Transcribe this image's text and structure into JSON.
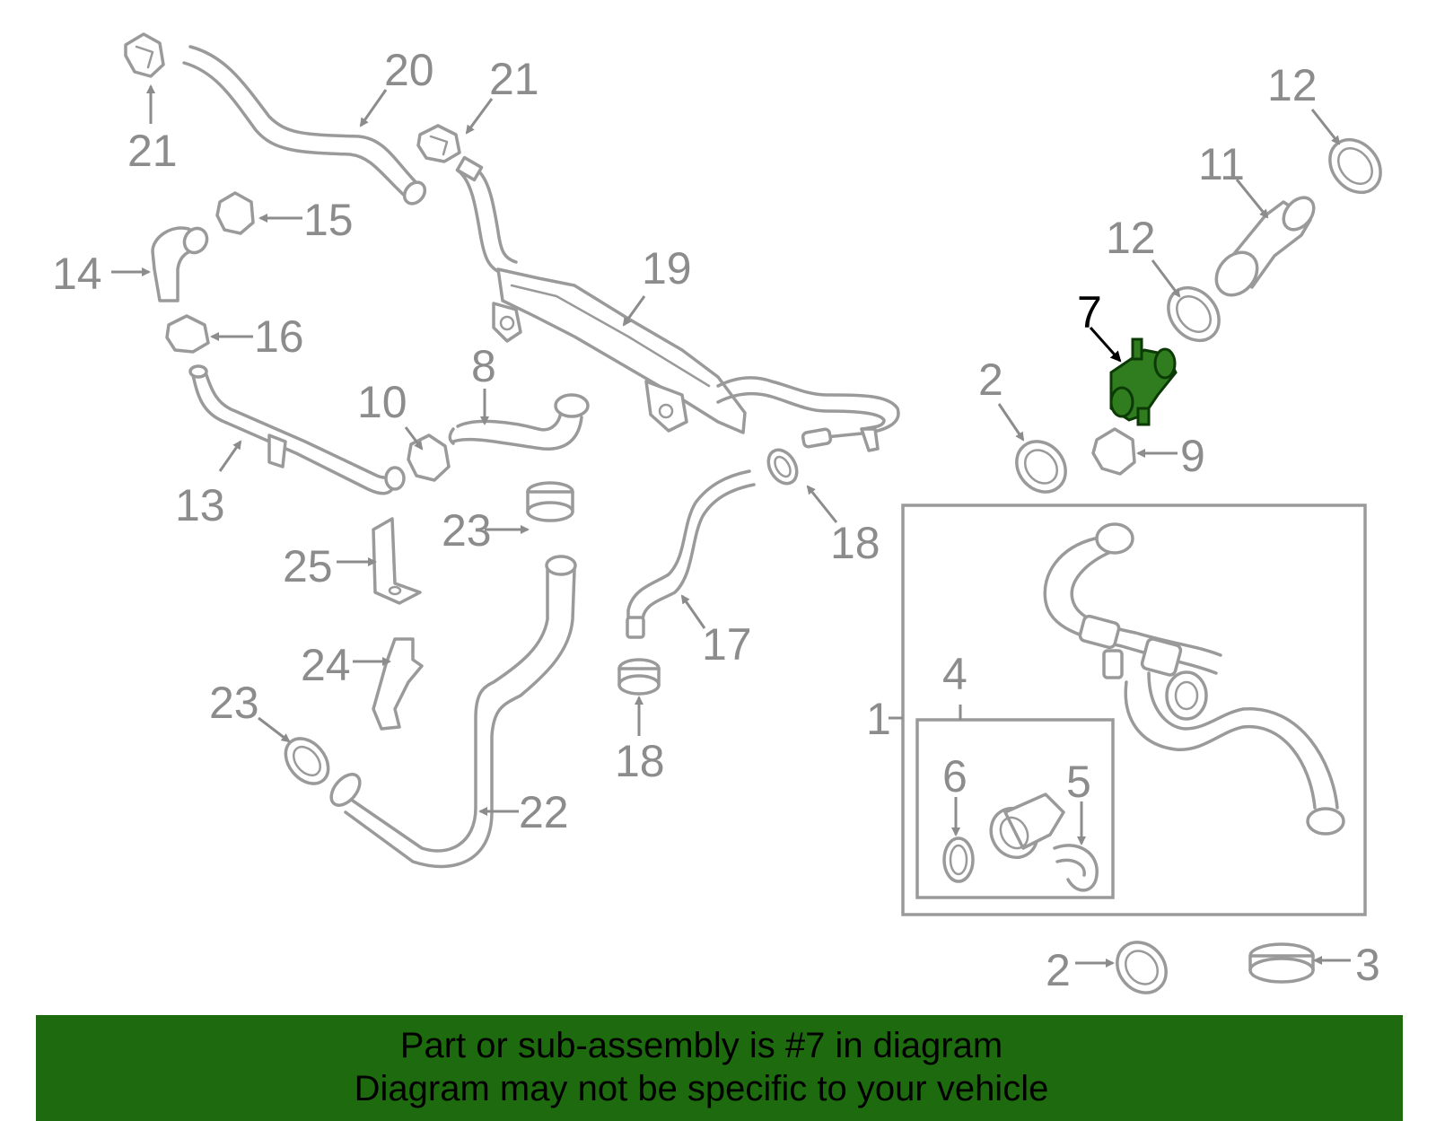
{
  "colors": {
    "line": "#9a9a9a",
    "label": "#8c8c8c",
    "highlight": "#2f7d1e",
    "banner": "#1e6a0f"
  },
  "callouts": {
    "c1": "1",
    "c2a": "2",
    "c2b": "2",
    "c3": "3",
    "c4": "4",
    "c5": "5",
    "c6": "6",
    "c7": "7",
    "c8": "8",
    "c9": "9",
    "c10": "10",
    "c11": "11",
    "c12a": "12",
    "c12b": "12",
    "c13": "13",
    "c14": "14",
    "c15": "15",
    "c16": "16",
    "c17": "17",
    "c18a": "18",
    "c18b": "18",
    "c19": "19",
    "c20": "20",
    "c21a": "21",
    "c21b": "21",
    "c22": "22",
    "c23a": "23",
    "c23b": "23",
    "c24": "24",
    "c25": "25"
  },
  "highlighted_part": "7",
  "banner": {
    "line1": "Part or sub-assembly is #7 in diagram",
    "line2": "Diagram may not be specific to your vehicle"
  }
}
